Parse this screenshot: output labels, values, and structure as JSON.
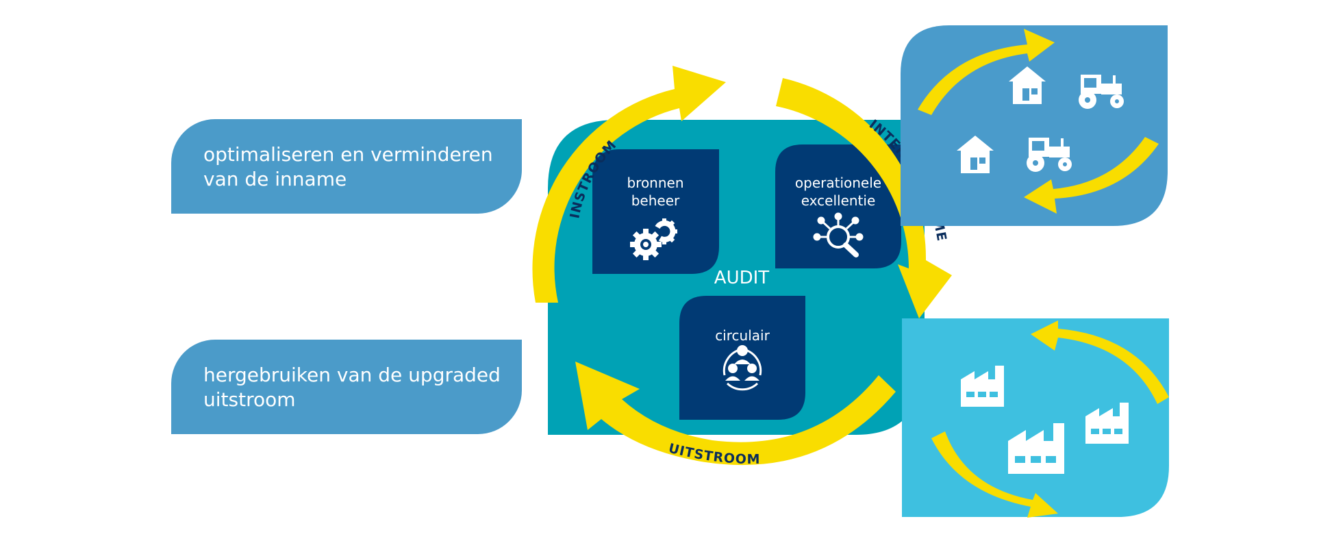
{
  "left_labels": [
    {
      "line1": "optimaliseren en verminderen",
      "line2": "van de inname"
    },
    {
      "line1": "hergebruiken van de upgraded",
      "line2": "uitstroom"
    }
  ],
  "center": {
    "label": "AUDIT",
    "cards": [
      {
        "line1": "bronnen",
        "line2": "beheer",
        "icon": "gears-icon"
      },
      {
        "line1": "operationele",
        "line2": "excellentie",
        "icon": "magnifier-network-icon"
      },
      {
        "line1": "circulair",
        "icon": "people-cycle-icon"
      }
    ]
  },
  "arrows": {
    "instroom": "INSTROOM",
    "interne_stromen": "INTERNE STROMEN",
    "uitstroom": "UITSTROOM"
  },
  "colors": {
    "label_blue": "#4b9bc9",
    "teal": "#00a2b5",
    "navy": "#013a74",
    "yellow": "#f9dd00",
    "panel_top": "#4a9bcb",
    "panel_bottom": "#3ec0e0"
  },
  "panels": {
    "top_icons": [
      "house-icon",
      "house-icon",
      "tractor-icon",
      "tractor-icon"
    ],
    "bottom_icons": [
      "factory-icon",
      "factory-icon",
      "factory-icon"
    ]
  }
}
